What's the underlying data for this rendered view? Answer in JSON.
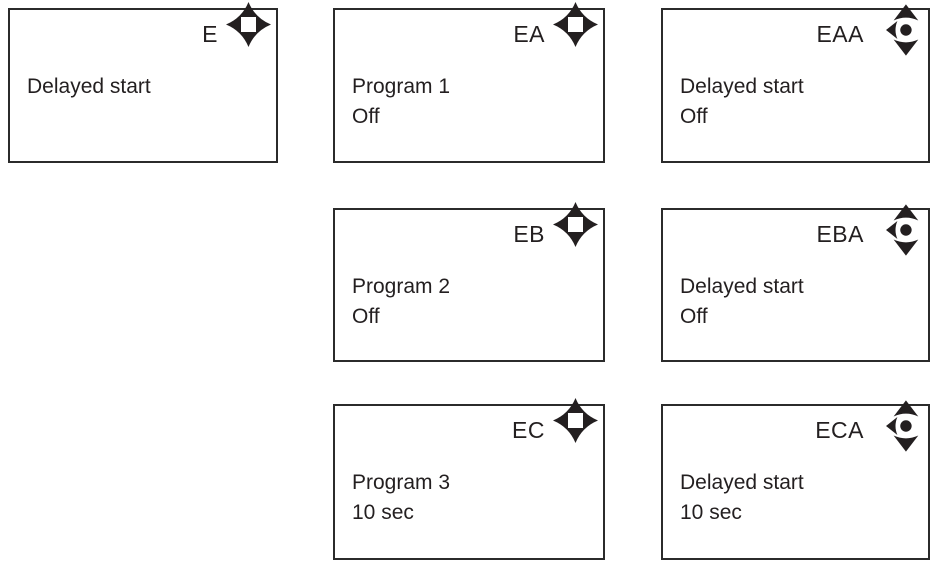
{
  "page": {
    "background": "#ffffff"
  },
  "colors": {
    "ink": "#231f20",
    "border": "#2b2b2b",
    "screen_bg": "#ffffff"
  },
  "icons": {
    "nav_pad_full": "four-way navigation pad, hollow square center",
    "nav_updown_left_dot": "up, down and left arrows with filled center dot (no right arrow)"
  },
  "screens": [
    {
      "id": "E",
      "label": "E",
      "icon": "nav-pad-full-icon",
      "lines": [
        "Delayed start"
      ]
    },
    {
      "id": "EA",
      "label": "EA",
      "icon": "nav-pad-full-icon",
      "lines": [
        "Program 1",
        "Off"
      ]
    },
    {
      "id": "EAA",
      "label": "EAA",
      "icon": "nav-updown-left-dot-icon",
      "lines": [
        "Delayed start",
        "Off"
      ]
    },
    {
      "id": "EB",
      "label": "EB",
      "icon": "nav-pad-full-icon",
      "lines": [
        "Program 2",
        "Off"
      ]
    },
    {
      "id": "EBA",
      "label": "EBA",
      "icon": "nav-updown-left-dot-icon",
      "lines": [
        "Delayed start",
        "Off"
      ]
    },
    {
      "id": "EC",
      "label": "EC",
      "icon": "nav-pad-full-icon",
      "lines": [
        "Program 3",
        "10 sec"
      ]
    },
    {
      "id": "ECA",
      "label": "ECA",
      "icon": "nav-updown-left-dot-icon",
      "lines": [
        "Delayed start",
        "10 sec"
      ]
    }
  ]
}
